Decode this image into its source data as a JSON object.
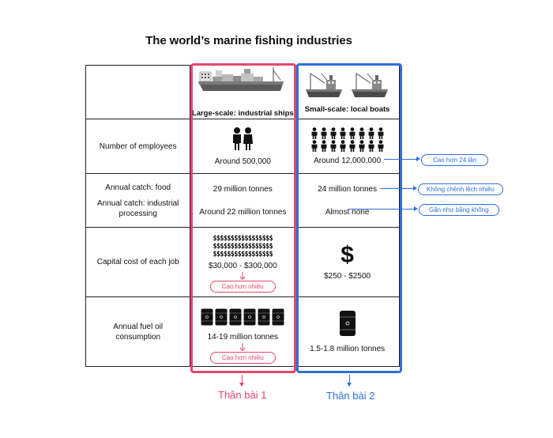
{
  "title": "The world’s marine fishing industries",
  "columns": {
    "large": "Large-scale: industrial ships",
    "small": "Small-scale: local boats"
  },
  "rows": {
    "employees": {
      "label": "Number of employees",
      "large": "Around 500,000",
      "small": "Around 12,000,000",
      "note": "Cao hơn 24 lần"
    },
    "catch_food": {
      "label": "Annual catch: food",
      "large": "29 million tonnes",
      "small": "24 million tonnes",
      "note": "Không chênh lệch nhiều"
    },
    "catch_industrial": {
      "label": "Annual catch: industrial processing",
      "large": "Around 22 million tonnes",
      "small": "Almost none",
      "note": "Gần như bằng không"
    },
    "capital": {
      "label": "Capital cost of each job",
      "large": "$30,000 - $300,000",
      "small": "$250 - $2500",
      "dollar_line": "$$$$$$$$$$$$$$$$$",
      "big_dollar": "$",
      "pill": "Cao hơn nhiều"
    },
    "fuel": {
      "label": "Annual fuel oil consumption",
      "large": "14-19 million tonnes",
      "small": "1.5-1.8 million tonnes",
      "pill": "Cao hơn nhiều"
    }
  },
  "footer": {
    "left": "Thân bài 1",
    "right": "Thân bài 2"
  },
  "colors": {
    "pink": "#e6466f",
    "blue": "#2e6fd8",
    "ink": "#1a1a1a"
  },
  "icons": [
    "cargo-ship-icon",
    "fishing-boat-icon",
    "person-icon",
    "dollar-icon",
    "oil-barrel-icon"
  ]
}
